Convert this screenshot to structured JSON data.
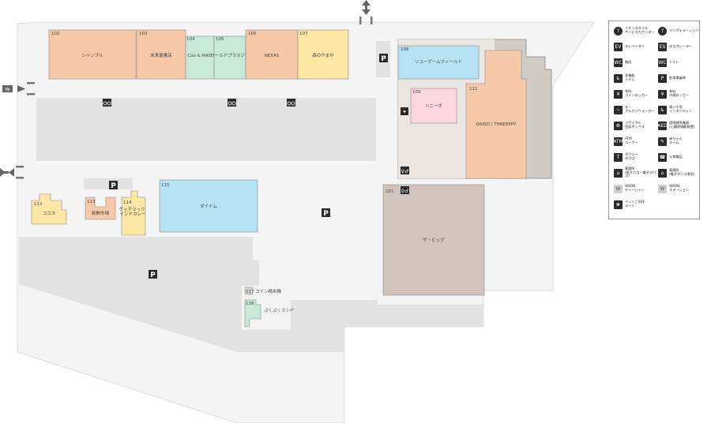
{
  "stores": [
    {
      "num": "102",
      "name": "シャンブル"
    },
    {
      "num": "103",
      "name": "未来屋書店"
    },
    {
      "num": "104",
      "name": "Coo & RIKU"
    },
    {
      "num": "105",
      "name": "ワールドプラスジム"
    },
    {
      "num": "106",
      "name": "NEXAS"
    },
    {
      "num": "107",
      "name": "森のやまや"
    },
    {
      "num": "108",
      "name": "ソユーゲームフィールド"
    },
    {
      "num": "109",
      "name": "ハニーズ"
    },
    {
      "num": "111",
      "name": "DAISO / THREEPPY"
    },
    {
      "num": "101",
      "name": "ザ・ビッグ"
    },
    {
      "num": "115",
      "name": "ダイナム"
    },
    {
      "num": "112",
      "name": "ココス"
    },
    {
      "num": "113",
      "name": "新鮮市場"
    },
    {
      "num": "114",
      "name": "ゲッチラック\nインドカレー"
    },
    {
      "num": "117",
      "name": "コイン精米機"
    },
    {
      "num": "116",
      "name": "ぷくぷくランド"
    }
  ],
  "map_labels": {
    "entrance_in": "IN",
    "parking": "P"
  },
  "legend": [
    {
      "icon": "?",
      "label": "イオンスタイル\nサービスカウンター"
    },
    {
      "icon": "?",
      "label": "インフォメーション"
    },
    {
      "icon": "EV",
      "label": "エレベーター"
    },
    {
      "icon": "ES",
      "label": "エスカレーター"
    },
    {
      "icon": "WC",
      "label": "階段"
    },
    {
      "icon": "WC",
      "label": "トイレ"
    },
    {
      "icon": "♿",
      "label": "多機能\nトイレ"
    },
    {
      "icon": "P",
      "label": "駐車場乗降"
    },
    {
      "icon": "¥",
      "label": "有料\nコインロッカー"
    },
    {
      "icon": "¥",
      "label": "有料\n冷蔵ロッカー"
    },
    {
      "icon": "~",
      "label": "水・\nアルカリウォーター"
    },
    {
      "icon": "♿",
      "label": "車いす用\nインターフォン"
    },
    {
      "icon": "♻",
      "label": "リサイクル\n回収ボックス"
    },
    {
      "icon": "AED",
      "label": "国際救急機器\n(心臓除細動装置)"
    },
    {
      "icon": "ATM",
      "label": "ATM\nコーナー"
    },
    {
      "icon": "✎",
      "label": "赤ちゃん\nルーム"
    },
    {
      "icon": "T",
      "label": "タクシー\nのりば"
    },
    {
      "icon": "☎",
      "label": "公衆電話"
    },
    {
      "icon": "⌂",
      "label": "喫煙所\n(紙タバコ・電子タバコ)"
    },
    {
      "icon": "⌂",
      "label": "喫煙所\n(電子タバコ専用)"
    },
    {
      "icon": "W",
      "label": "WAON\nチャージャー"
    },
    {
      "icon": "W",
      "label": "WAON\nステーション"
    },
    {
      "icon": "❀",
      "label": "ペットご同伴\nルート"
    }
  ]
}
